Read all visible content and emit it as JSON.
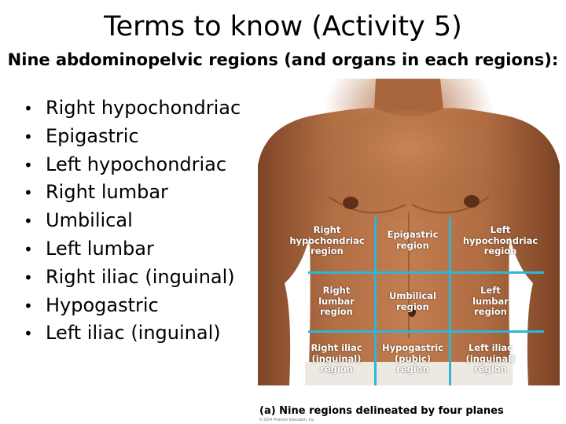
{
  "slide": {
    "title": "Terms to know (Activity 5)",
    "subtitle": "Nine abdominopelvic regions (and organs in each regions):"
  },
  "terms": [
    "Right hypochondriac",
    "Epigastric",
    "Left hypochondriac",
    "Right lumbar",
    "Umbilical",
    "Left lumbar",
    "Right iliac (inguinal)",
    "Hypogastric",
    "Left iliac (inguinal)"
  ],
  "figure": {
    "regions": {
      "right_hypochondriac": [
        "Right",
        "hypochondriac",
        "region"
      ],
      "epigastric": [
        "Epigastric",
        "region"
      ],
      "left_hypochondriac": [
        "Left",
        "hypochondriac",
        "region"
      ],
      "right_lumbar": [
        "Right",
        "lumbar",
        "region"
      ],
      "umbilical": [
        "Umbilical",
        "region"
      ],
      "left_lumbar": [
        "Left",
        "lumbar",
        "region"
      ],
      "right_iliac": [
        "Right iliac",
        "(inguinal)",
        "region"
      ],
      "hypogastric": [
        "Hypogastric",
        "(pubic)",
        "region"
      ],
      "left_iliac": [
        "Left iliac",
        "(inguinal)",
        "region"
      ]
    },
    "caption": "(a) Nine regions delineated by four planes",
    "copyright": "© 2014 Pearson Education, Inc.",
    "grid_color": "#2fb5d6",
    "skin_color": "#b06e45"
  }
}
